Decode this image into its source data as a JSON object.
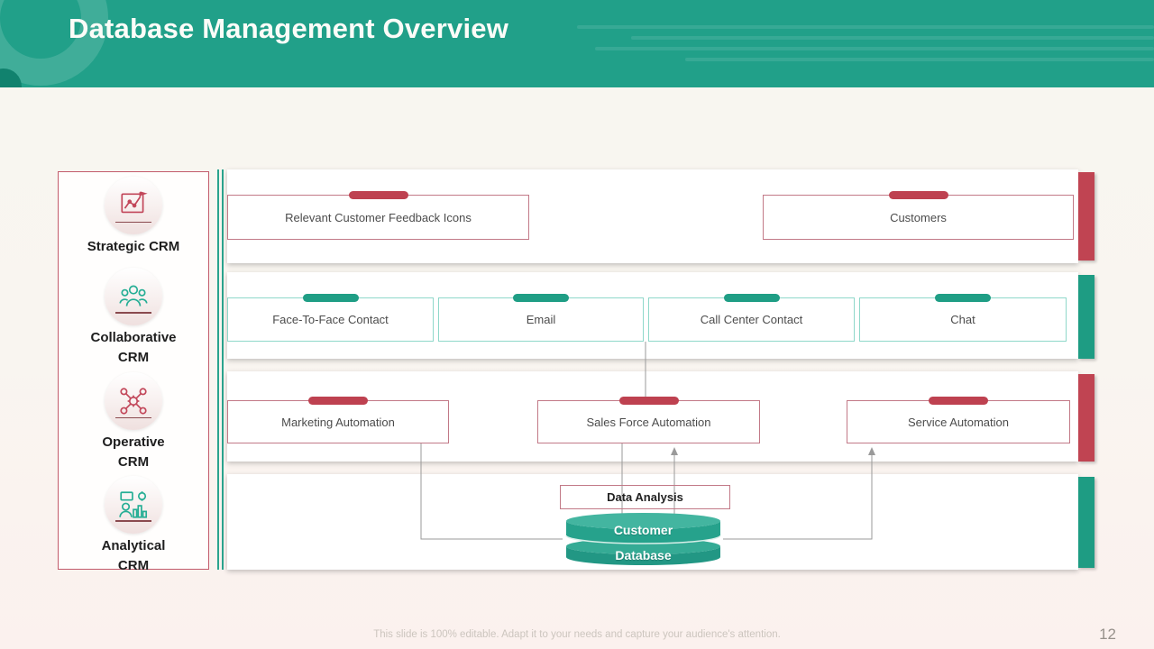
{
  "slide": {
    "title": "Database Management Overview",
    "footer_note": "This slide is 100% editable. Adapt it to your needs and capture your audience's attention.",
    "page_number": "12"
  },
  "sidebar": {
    "items": [
      {
        "label": "Strategic CRM",
        "icon": "strategy-board-icon",
        "color": "#c2475a"
      },
      {
        "label": "Collaborative\nCRM",
        "icon": "team-collaboration-icon",
        "color": "#26ae95"
      },
      {
        "label": "Operative\nCRM",
        "icon": "gear-network-icon",
        "color": "#c2475a"
      },
      {
        "label": "Analytical\nCRM",
        "icon": "person-analytics-icon",
        "color": "#26ae95"
      }
    ]
  },
  "diagram": {
    "row1": {
      "accent": "#be4150",
      "boxes": [
        {
          "label": "Relevant Customer Feedback Icons"
        },
        {
          "label": "Customers"
        }
      ]
    },
    "row2": {
      "accent": "#1f9e85",
      "boxes": [
        {
          "label": "Face-To-Face Contact"
        },
        {
          "label": "Email"
        },
        {
          "label": "Call Center Contact"
        },
        {
          "label": "Chat"
        }
      ]
    },
    "row3": {
      "accent": "#be4150",
      "boxes": [
        {
          "label": "Marketing Automation"
        },
        {
          "label": "Sales Force Automation"
        },
        {
          "label": "Service Automation"
        }
      ]
    },
    "row4": {
      "accent": "#1f9e85",
      "data_analysis_label": "Data Analysis",
      "database_label_top": "Customer",
      "database_label_bottom": "Database"
    }
  },
  "colors": {
    "header_teal": "#21a089",
    "accent_red": "#be4150",
    "accent_teal": "#1f9e85",
    "red_border": "#c27987",
    "teal_border": "#8fd8ca",
    "connector_gray": "#9a9a9a"
  }
}
